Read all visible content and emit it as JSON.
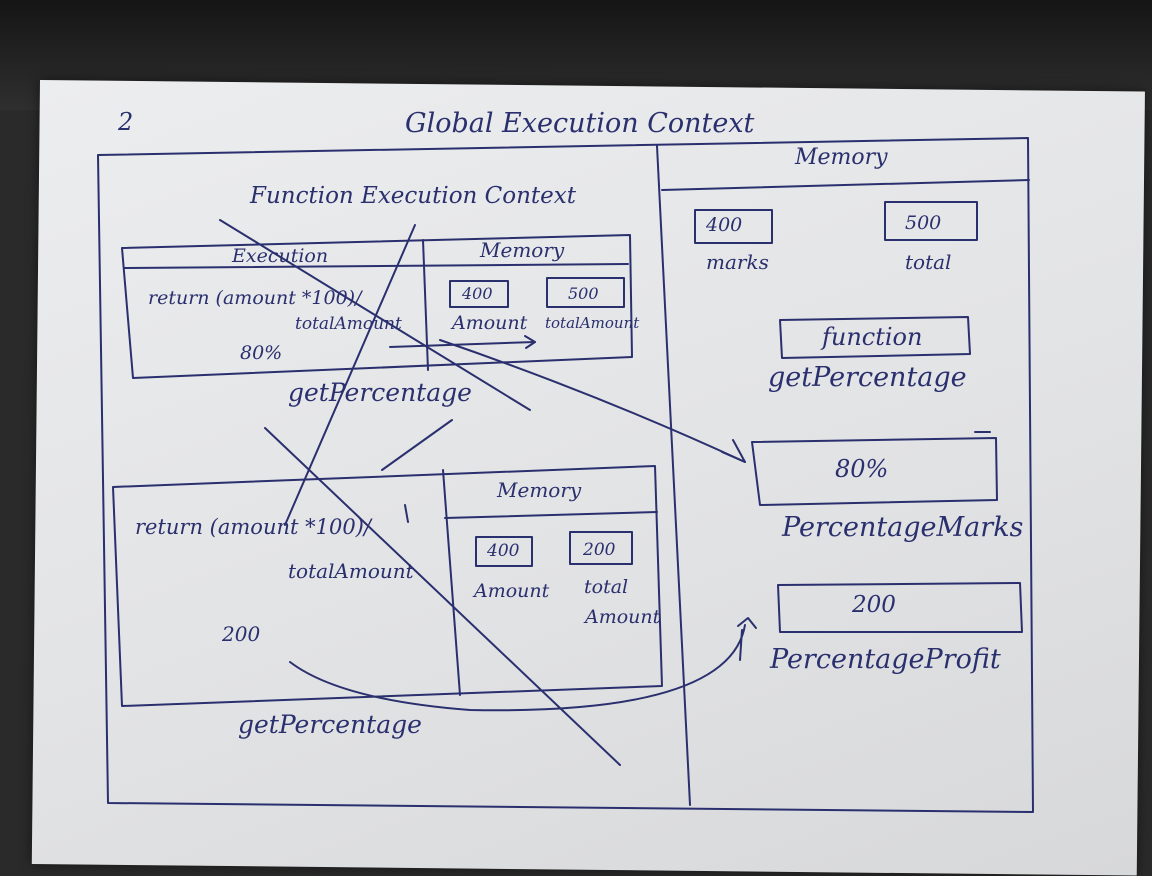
{
  "page_number": "2",
  "title": "Global Execution Context",
  "global_memory_label": "Memory",
  "global_memory": {
    "marks": {
      "value": "400",
      "name": "marks"
    },
    "total": {
      "value": "500",
      "name": "total"
    },
    "function": {
      "value": "function",
      "name": "getPercentage"
    },
    "percentage_marks": {
      "value": "80%",
      "name": "PercentageMarks"
    },
    "percentage_profit": {
      "value": "200",
      "name": "PercentageProfit"
    }
  },
  "fec_title": "Function Execution Context",
  "fec1": {
    "execution_label": "Execution",
    "memory_label": "Memory",
    "code_line1": "return (amount *100)/",
    "code_line2": "totalAmount",
    "result": "80%",
    "mem1": {
      "value": "400",
      "name": "Amount"
    },
    "mem2": {
      "value": "500",
      "name": "totalAmount"
    },
    "caption": "getPercentage"
  },
  "fec2": {
    "memory_label": "Memory",
    "code_line1": "return (amount *100)/",
    "code_line2": "totalAmount",
    "result": "200",
    "mem1": {
      "value": "400",
      "name": "Amount"
    },
    "mem2": {
      "value": "200",
      "name_line1": "total",
      "name_line2": "Amount"
    },
    "caption": "getPercentage"
  },
  "ink_color": "#2a2f6e",
  "paper_color": "#e4e5e7"
}
